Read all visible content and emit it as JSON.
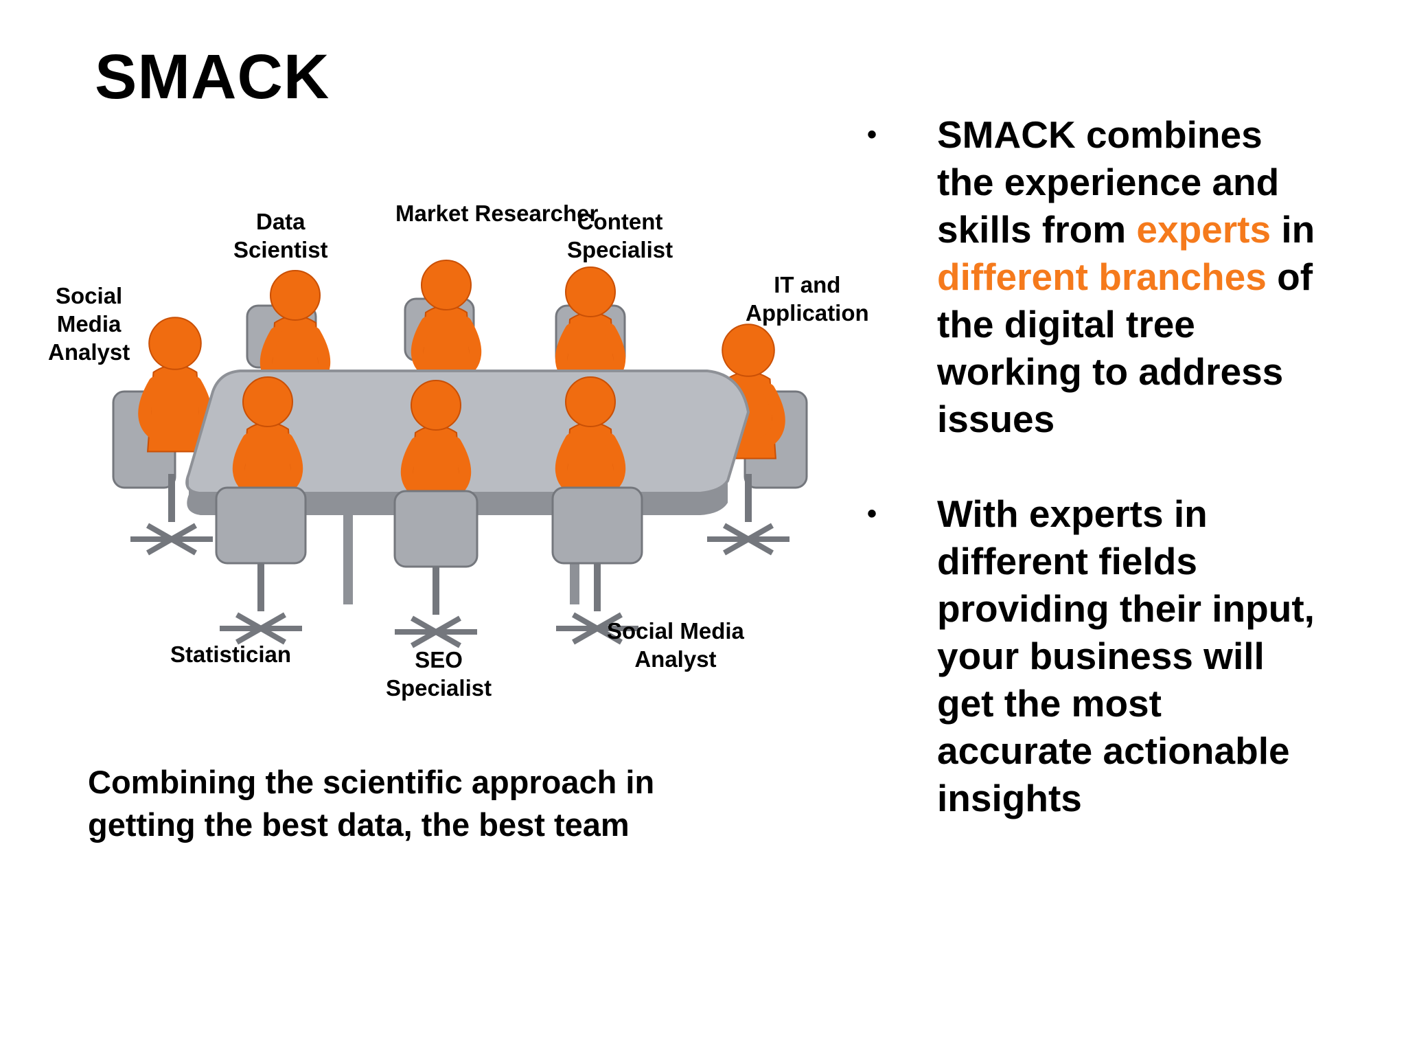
{
  "slide": {
    "title": "SMACK",
    "caption": {
      "line1": "Combining the scientific approach in",
      "line2": "getting the best data, the best team"
    }
  },
  "roles": {
    "social_media_analyst_left": [
      "Social",
      "Media",
      "Analyst"
    ],
    "data_scientist": [
      "Data",
      "Scientist"
    ],
    "market_researcher": [
      "Market Researcher"
    ],
    "content_specialist": [
      "Content",
      "Specialist"
    ],
    "it_and_application": [
      "IT and",
      "Application"
    ],
    "statistician": [
      "Statistician"
    ],
    "seo_specialist": [
      "SEO",
      "Specialist"
    ],
    "social_media_analyst_right": [
      "Social Media",
      "Analyst"
    ]
  },
  "bullets": [
    {
      "symbol": "•",
      "lines": [
        {
          "parts": [
            {
              "text": "SMACK combines"
            }
          ]
        },
        {
          "parts": [
            {
              "text": "the experience and"
            }
          ]
        },
        {
          "parts": [
            {
              "text": "skills from "
            },
            {
              "text": "experts",
              "accent": true
            },
            {
              "text": " in"
            }
          ]
        },
        {
          "parts": [
            {
              "text": "different branches",
              "accent": true
            },
            {
              "text": " of"
            }
          ]
        },
        {
          "parts": [
            {
              "text": "the digital tree"
            }
          ]
        },
        {
          "parts": [
            {
              "text": "working to address"
            }
          ]
        },
        {
          "parts": [
            {
              "text": "issues"
            }
          ]
        }
      ]
    },
    {
      "symbol": "•",
      "lines": [
        {
          "parts": [
            {
              "text": "With experts in"
            }
          ]
        },
        {
          "parts": [
            {
              "text": "different fields"
            }
          ]
        },
        {
          "parts": [
            {
              "text": "providing their input,"
            }
          ]
        },
        {
          "parts": [
            {
              "text": "your business will"
            }
          ]
        },
        {
          "parts": [
            {
              "text": "get the most"
            }
          ]
        },
        {
          "parts": [
            {
              "text": "accurate actionable"
            }
          ]
        },
        {
          "parts": [
            {
              "text": "insights"
            }
          ]
        }
      ]
    }
  ],
  "colors": {
    "accent": "#f57a1c",
    "figure": "#f06c10",
    "figure_shade": "#c94f05",
    "table_top": "#b9bcc2",
    "table_edge": "#8e9197",
    "chair": "#a8abb1",
    "chair_dark": "#74777d",
    "text": "#000000"
  },
  "icons": {
    "bullet": "bullet-dot-icon",
    "illustration": "meeting-team-illustration"
  }
}
